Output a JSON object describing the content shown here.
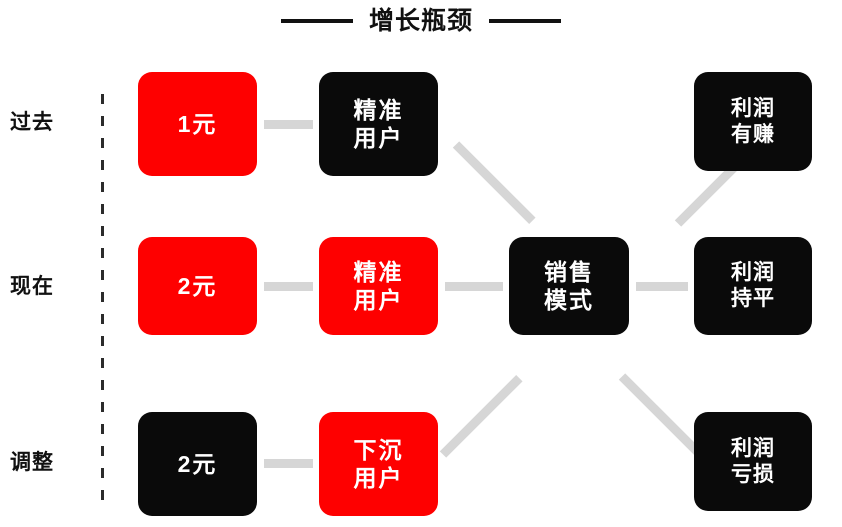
{
  "title": {
    "text": "增长瓶颈",
    "rule_left": "horizontal-rule",
    "rule_right": "horizontal-rule"
  },
  "colors": {
    "red": "#FE0000",
    "black": "#0A0A0A",
    "connector": "#D6D6D6",
    "text_dark": "#111111",
    "background": "#FFFFFF"
  },
  "rows": [
    {
      "label": "过去",
      "nodes": {
        "price": "1元",
        "segment": "精准\n用户",
        "outcome": "利润\n有赚"
      }
    },
    {
      "label": "现在",
      "nodes": {
        "price": "2元",
        "segment": "精准\n用户",
        "center": "销售\n模式",
        "outcome": "利润\n持平"
      }
    },
    {
      "label": "调整",
      "nodes": {
        "price": "2元",
        "segment": "下沉\n用户",
        "outcome": "利润\n亏损"
      }
    }
  ],
  "center_node": "销售\n模式"
}
